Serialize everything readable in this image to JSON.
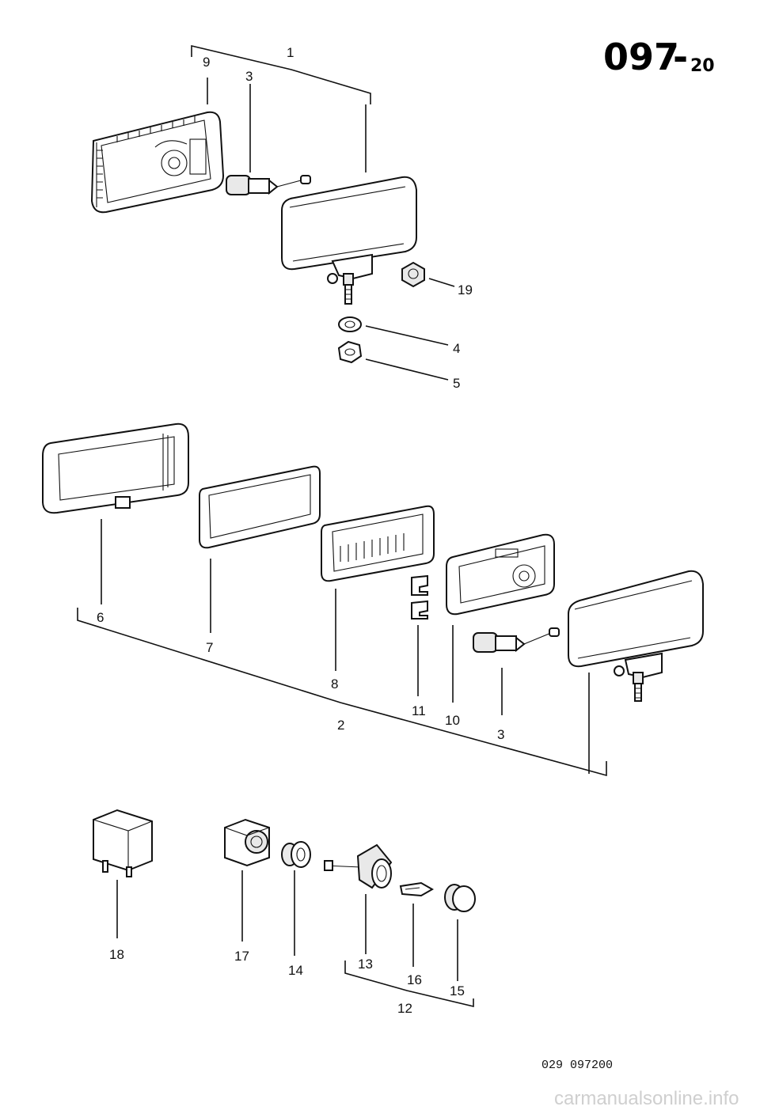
{
  "header": {
    "page_number": "097",
    "dash": "-",
    "sub_number": "20"
  },
  "drawing_code": "029  097200",
  "watermark": "carmanualsonline.info",
  "callouts": [
    "1",
    "9",
    "3",
    "19",
    "4",
    "5",
    "6",
    "7",
    "8",
    "11",
    "10",
    "3",
    "2",
    "18",
    "17",
    "14",
    "13",
    "16",
    "15",
    "12"
  ]
}
